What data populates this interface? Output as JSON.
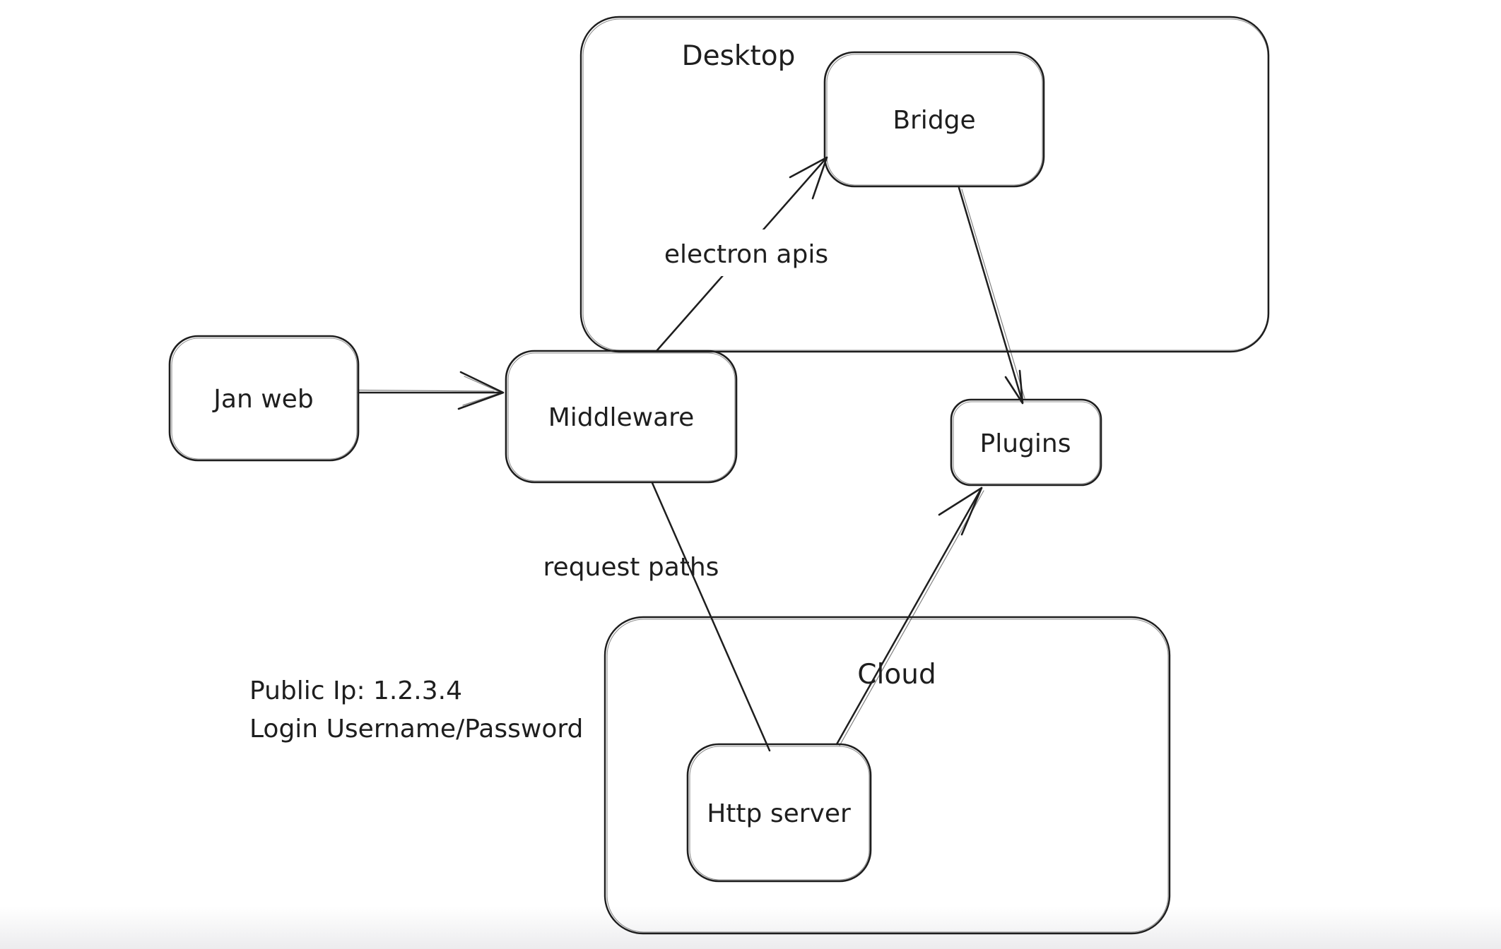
{
  "app": {
    "type": "whiteboard-diagram",
    "background_color": "#ffffff",
    "stroke_color": "#1e1e1e"
  },
  "containers": {
    "desktop": {
      "label": "Desktop"
    },
    "cloud": {
      "label": "Cloud"
    }
  },
  "nodes": {
    "jan_web": {
      "label": "Jan web"
    },
    "middleware": {
      "label": "Middleware"
    },
    "bridge": {
      "label": "Bridge"
    },
    "plugins": {
      "label": "Plugins"
    },
    "http_server": {
      "label": "Http server"
    }
  },
  "edges": {
    "jan_web_to_middleware": {
      "from": "Jan web",
      "to": "Middleware",
      "label": ""
    },
    "middleware_to_bridge": {
      "from": "Middleware",
      "to": "Bridge",
      "label": "electron apis"
    },
    "bridge_to_plugins": {
      "from": "Bridge",
      "to": "Plugins",
      "label": ""
    },
    "middleware_to_http_server": {
      "from": "Middleware",
      "to": "Http server",
      "label": "request paths"
    },
    "http_server_to_plugins": {
      "from": "Http server",
      "to": "Plugins",
      "label": ""
    }
  },
  "notes": {
    "public_ip": "Public Ip: 1.2.3.4",
    "login": "Login Username/Password"
  }
}
